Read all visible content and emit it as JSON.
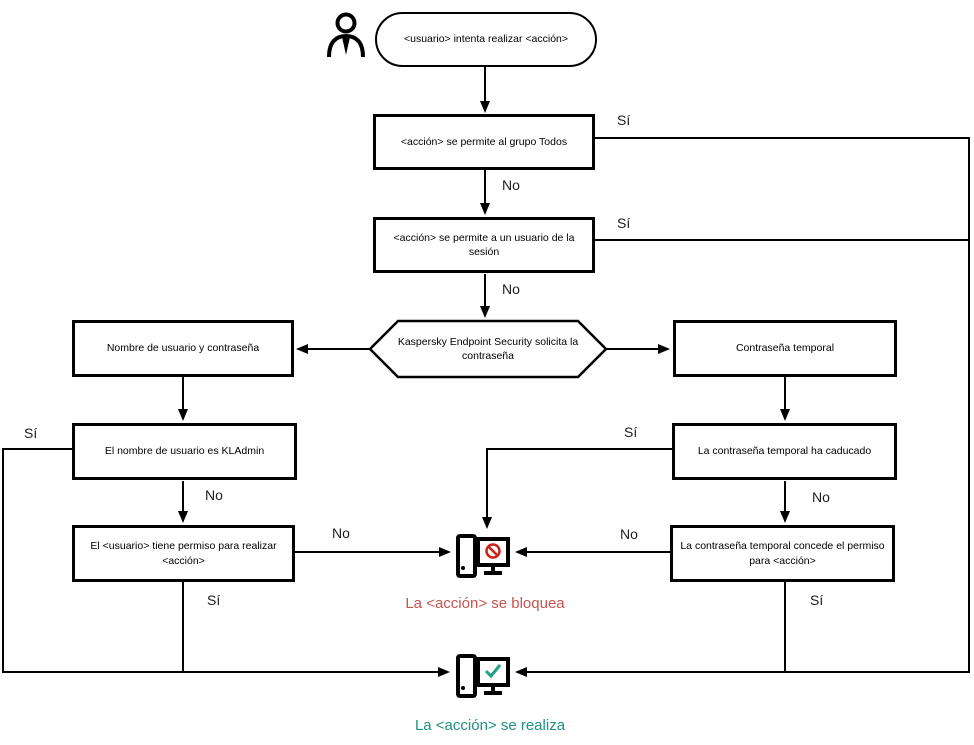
{
  "diagram": {
    "type": "flowchart",
    "language": "es",
    "nodes": {
      "start": "<usuario> intenta realizar <acción>",
      "allow_all": "<acción> se permite al grupo Todos",
      "allow_session": "<acción> se permite a un usuario de la sesión",
      "kes_prompt": "Kaspersky Endpoint Security solicita la contraseña",
      "user_pass": "Nombre de usuario y contraseña",
      "temp_pass": "Contraseña temporal",
      "is_kladmin": "El nombre de usuario es KLAdmin",
      "has_permission": "El <usuario> tiene permiso para realizar <acción>",
      "temp_expired": "La contraseña temporal ha caducado",
      "temp_grants": "La contraseña temporal concede el permiso para <acción>",
      "blocked": "La <acción> se bloquea",
      "performed": "La <acción> se realiza"
    },
    "labels": {
      "yes": "Sí",
      "no": "No"
    },
    "icons": [
      "user-icon",
      "blocked-computer-icon",
      "success-computer-icon"
    ],
    "colors": {
      "line": "#000000",
      "blocked_text": "#c75450",
      "performed_text": "#1f8f7f",
      "blocked_sign": "#cf2318",
      "check_mark": "#1fa183"
    }
  }
}
